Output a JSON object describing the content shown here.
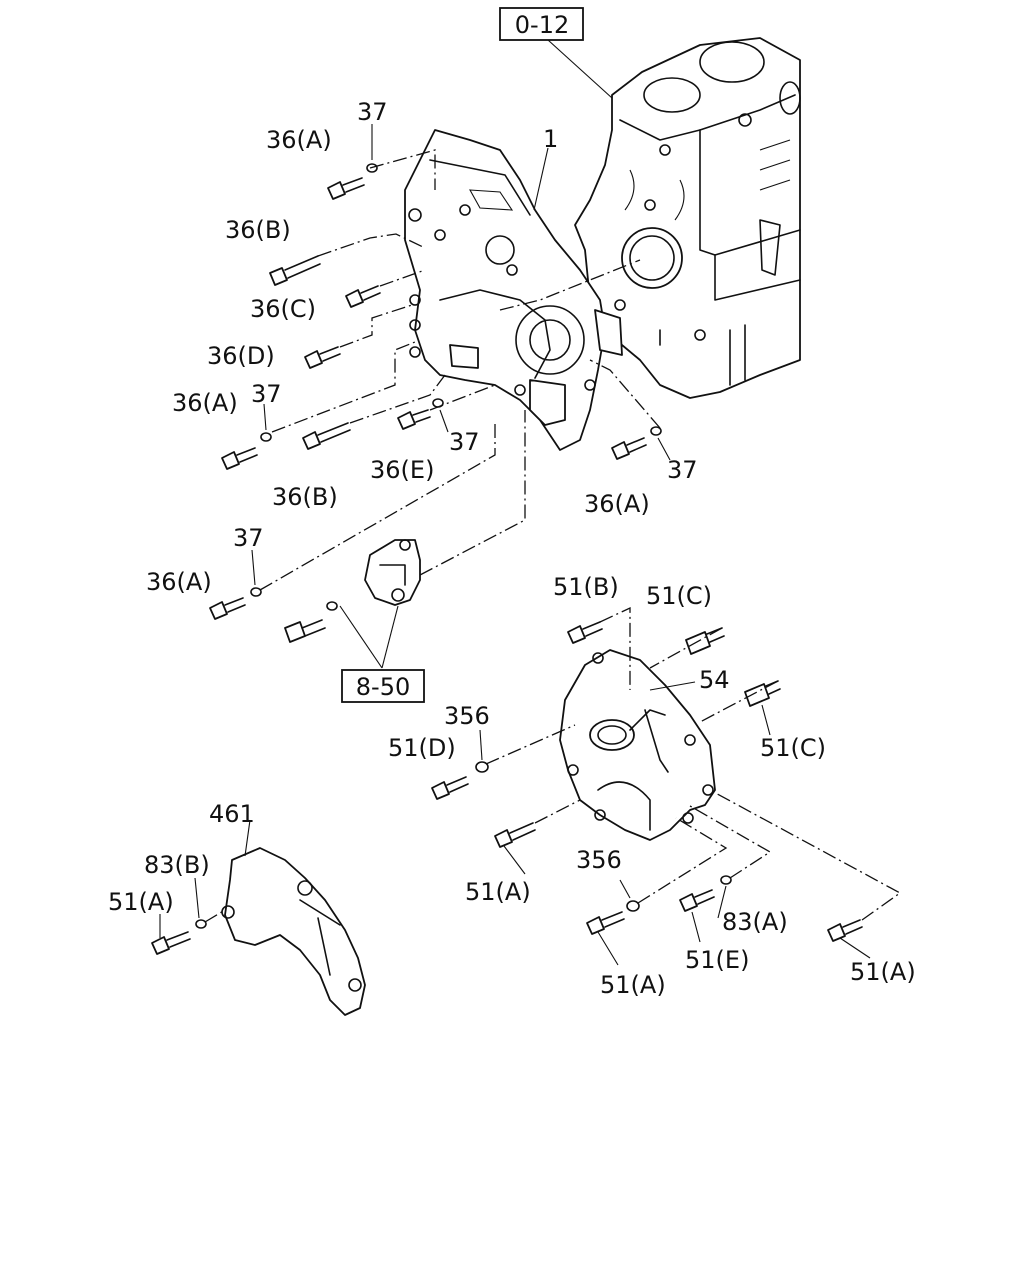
{
  "callouts": [
    {
      "id": "ref-0-12",
      "text": "0-12"
    },
    {
      "id": "ref-8-50",
      "text": "8-50"
    }
  ],
  "labels": [
    {
      "id": "lbl-1",
      "text": "1"
    },
    {
      "id": "lbl-37-a",
      "text": "37"
    },
    {
      "id": "lbl-36a-1",
      "text": "36(A)"
    },
    {
      "id": "lbl-36b-1",
      "text": "36(B)"
    },
    {
      "id": "lbl-36c",
      "text": "36(C)"
    },
    {
      "id": "lbl-36d",
      "text": "36(D)"
    },
    {
      "id": "lbl-36a-2",
      "text": "36(A)"
    },
    {
      "id": "lbl-37-b",
      "text": "37"
    },
    {
      "id": "lbl-37-c",
      "text": "37"
    },
    {
      "id": "lbl-36e",
      "text": "36(E)"
    },
    {
      "id": "lbl-36b-2",
      "text": "36(B)"
    },
    {
      "id": "lbl-37-d",
      "text": "37"
    },
    {
      "id": "lbl-36a-3",
      "text": "36(A)"
    },
    {
      "id": "lbl-37-e",
      "text": "37"
    },
    {
      "id": "lbl-36a-4",
      "text": "36(A)"
    },
    {
      "id": "lbl-51b",
      "text": "51(B)"
    },
    {
      "id": "lbl-51c-1",
      "text": "51(C)"
    },
    {
      "id": "lbl-54",
      "text": "54"
    },
    {
      "id": "lbl-51c-2",
      "text": "51(C)"
    },
    {
      "id": "lbl-356-a",
      "text": "356"
    },
    {
      "id": "lbl-51d",
      "text": "51(D)"
    },
    {
      "id": "lbl-461",
      "text": "461"
    },
    {
      "id": "lbl-83b",
      "text": "83(B)"
    },
    {
      "id": "lbl-51a-1",
      "text": "51(A)"
    },
    {
      "id": "lbl-51a-2",
      "text": "51(A)"
    },
    {
      "id": "lbl-356-b",
      "text": "356"
    },
    {
      "id": "lbl-83a",
      "text": "83(A)"
    },
    {
      "id": "lbl-51e",
      "text": "51(E)"
    },
    {
      "id": "lbl-51a-3",
      "text": "51(A)"
    },
    {
      "id": "lbl-51a-4",
      "text": "51(A)"
    }
  ]
}
